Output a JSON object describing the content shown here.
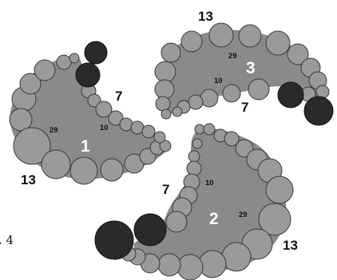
{
  "figure": {
    "caption": ". 4",
    "colors": {
      "body_fill": "#8a8a8a",
      "circle_fill": "#9a9a9a",
      "circle_stroke": "#3a3a3a",
      "dark_fill": "#2a2a2a",
      "label_color": "#111111",
      "number_color": "#ffffff"
    },
    "clusters": [
      {
        "id": "1",
        "number": "1",
        "labels": {
          "outer": "13",
          "inner_ring": "7",
          "inner_small": "10",
          "mid": "29"
        }
      },
      {
        "id": "2",
        "number": "2",
        "labels": {
          "outer": "13",
          "inner_ring": "7",
          "inner_small": "10",
          "mid": "29"
        }
      },
      {
        "id": "3",
        "number": "3",
        "labels": {
          "outer": "13",
          "inner_ring": "7",
          "inner_small": "10",
          "mid": "29"
        }
      }
    ]
  }
}
